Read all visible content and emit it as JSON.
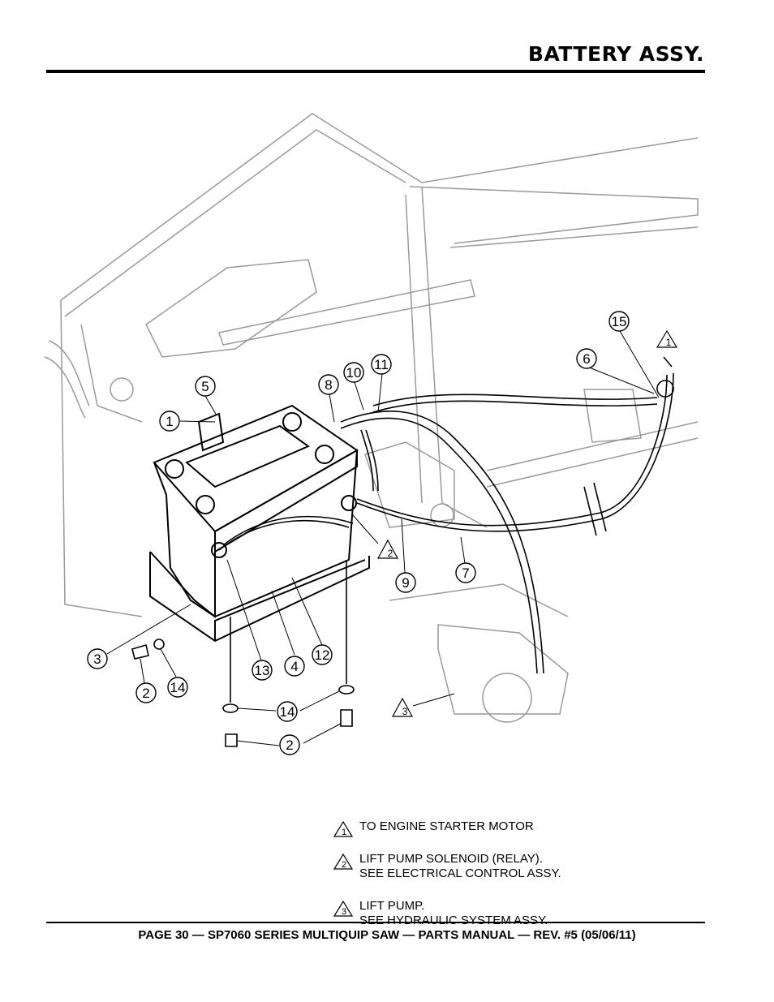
{
  "header": {
    "title": "BATTERY ASSY."
  },
  "callouts": [
    {
      "num": "1"
    },
    {
      "num": "5"
    },
    {
      "num": "8"
    },
    {
      "num": "10"
    },
    {
      "num": "11"
    },
    {
      "num": "15"
    },
    {
      "num": "6"
    },
    {
      "num": "2"
    },
    {
      "num": "9"
    },
    {
      "num": "7"
    },
    {
      "num": "3"
    },
    {
      "num": "13"
    },
    {
      "num": "4"
    },
    {
      "num": "12"
    },
    {
      "num": "2"
    },
    {
      "num": "14"
    },
    {
      "num": "14"
    },
    {
      "num": "2"
    }
  ],
  "flags": [
    "1",
    "2",
    "3"
  ],
  "notes": [
    {
      "num": "1",
      "line1": "TO ENGINE STARTER MOTOR",
      "line2": ""
    },
    {
      "num": "2",
      "line1": "LIFT PUMP SOLENOID (RELAY).",
      "line2": "SEE ELECTRICAL CONTROL ASSY."
    },
    {
      "num": "3",
      "line1": "LIFT PUMP.",
      "line2": "SEE HYDRAULIC SYSTEM ASSY."
    }
  ],
  "footer": {
    "text": "PAGE 30 — SP7060 SERIES MULTIQUIP SAW — PARTS MANUAL — REV. #5 (05/06/11)"
  },
  "colors": {
    "frame_gray": "#9a9a9a",
    "line_black": "#000000"
  }
}
